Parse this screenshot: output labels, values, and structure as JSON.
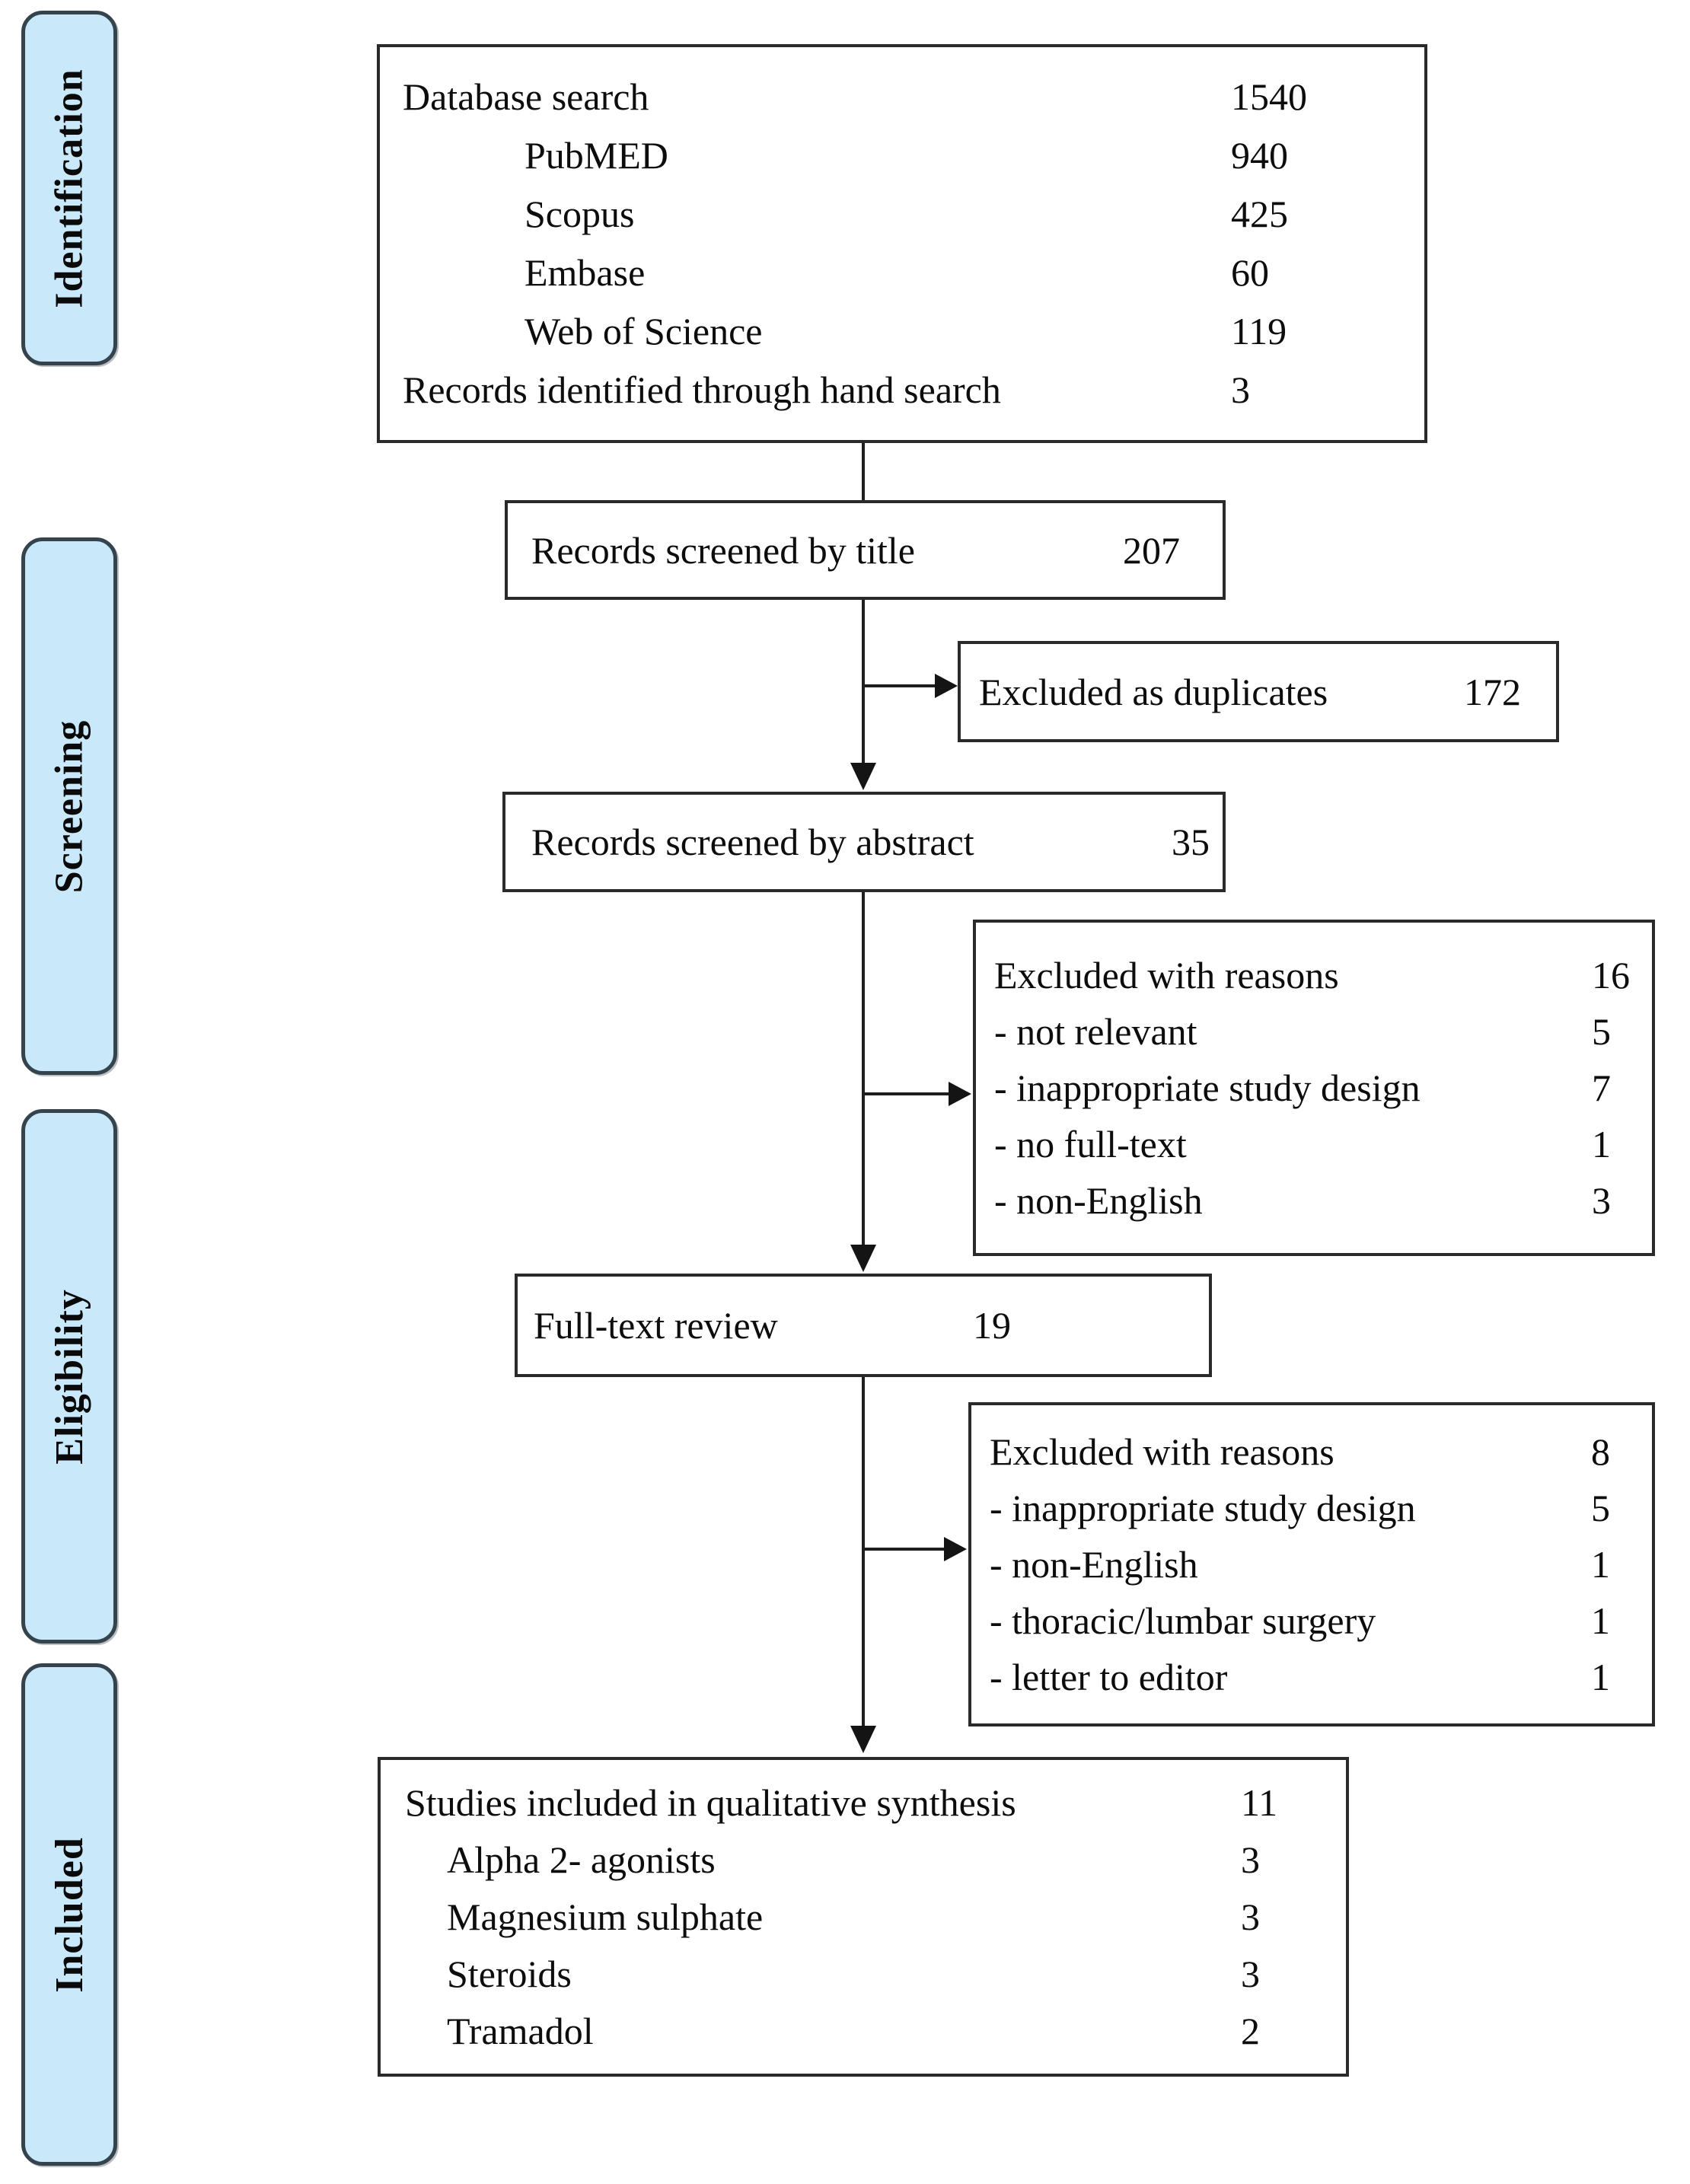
{
  "figure": {
    "type": "prisma-flow-diagram",
    "background": "#ffffff"
  },
  "colors": {
    "stage_fill": "#c9e9fa",
    "stage_border": "#35434d",
    "box_border": "#2a2a2a",
    "text": "#0d0d0d",
    "arrow": "#1f1f1f"
  },
  "stages": [
    {
      "label": "Identification"
    },
    {
      "label": "Screening"
    },
    {
      "label": "Eligibility"
    },
    {
      "label": "Included"
    }
  ],
  "flow": {
    "identification_box": {
      "rows": [
        {
          "label": "Database search",
          "value": "1540"
        },
        {
          "label": "PubMED",
          "value": "940"
        },
        {
          "label": "Scopus",
          "value": "425"
        },
        {
          "label": "Embase",
          "value": "60"
        },
        {
          "label": "Web of Science",
          "value": "119"
        },
        {
          "label": "Records identified through hand search",
          "value": "3"
        }
      ]
    },
    "screened_title_box": {
      "label": "Records screened by title",
      "value": "207"
    },
    "excluded_duplicates_box": {
      "label": "Excluded as duplicates",
      "value": "172"
    },
    "screened_abstract_box": {
      "label": "Records screened by abstract",
      "value": "35"
    },
    "excluded_abstract_box": {
      "rows": [
        {
          "label": "Excluded with reasons",
          "value": "16"
        },
        {
          "label": "- not relevant",
          "value": "5"
        },
        {
          "label": "- inappropriate study design",
          "value": "7"
        },
        {
          "label": "- no full-text",
          "value": "1"
        },
        {
          "label": "- non-English",
          "value": "3"
        }
      ]
    },
    "fulltext_review_box": {
      "label": "Full-text review",
      "value": "19"
    },
    "excluded_fulltext_box": {
      "rows": [
        {
          "label": "Excluded with reasons",
          "value": "8"
        },
        {
          "label": "- inappropriate study design",
          "value": "5"
        },
        {
          "label": "- non-English",
          "value": "1"
        },
        {
          "label": "- thoracic/lumbar surgery",
          "value": "1"
        },
        {
          "label": "- letter to editor",
          "value": "1"
        }
      ]
    },
    "included_box": {
      "rows": [
        {
          "label": "Studies included in qualitative synthesis",
          "value": "11"
        },
        {
          "label": "Alpha 2- agonists",
          "value": "3"
        },
        {
          "label": "Magnesium sulphate",
          "value": "3"
        },
        {
          "label": "Steroids",
          "value": "3"
        },
        {
          "label": "Tramadol",
          "value": "2"
        }
      ]
    }
  }
}
